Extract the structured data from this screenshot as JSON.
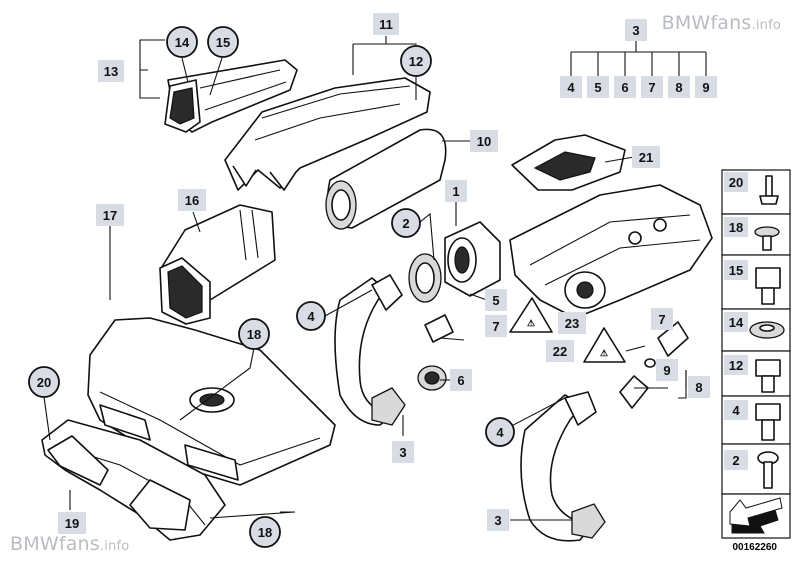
{
  "watermark": {
    "brand": "BMWfans",
    "suffix": ".info"
  },
  "reference_number": "00162260",
  "callouts_square": [
    "11",
    "13",
    "10",
    "17",
    "16",
    "1",
    "5",
    "7",
    "23",
    "22",
    "6",
    "3",
    "21",
    "9",
    "8",
    "19",
    "4",
    "5",
    "6",
    "7",
    "8",
    "9",
    "3",
    "7",
    "3"
  ],
  "callouts_circle": [
    "14",
    "15",
    "12",
    "2",
    "4",
    "18",
    "20",
    "4",
    "18"
  ],
  "legend": [
    "20",
    "18",
    "15",
    "14",
    "12",
    "4",
    "2"
  ]
}
